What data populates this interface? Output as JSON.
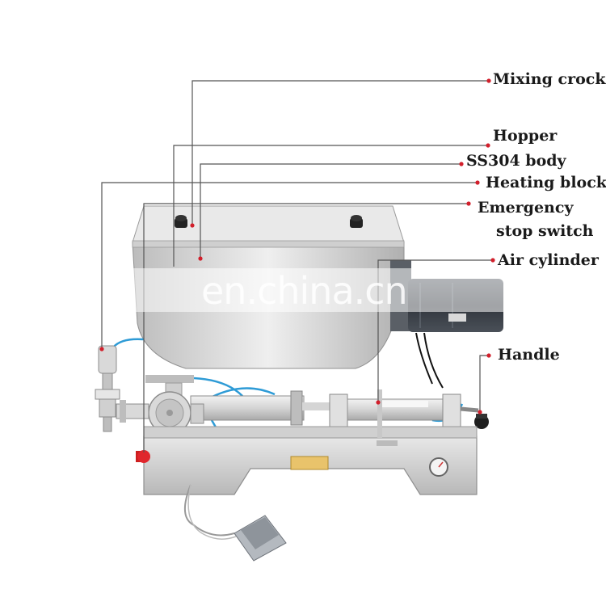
{
  "image": {
    "subject": "paste filling machine with heated mixing hopper",
    "watermark": "en.china.cn"
  },
  "labels": [
    {
      "id": "mixing-crock",
      "text": "Mixing crock"
    },
    {
      "id": "hopper",
      "text": "Hopper"
    },
    {
      "id": "ss304-body",
      "text": "SS304 body"
    },
    {
      "id": "heating-block",
      "text": "Heating block"
    },
    {
      "id": "emergency-stop",
      "text": "Emergency",
      "text2": "stop switch"
    },
    {
      "id": "air-cylinder",
      "text": "Air cylinder"
    },
    {
      "id": "handle",
      "text": "Handle"
    }
  ],
  "colors": {
    "leader_line": "#555555",
    "dot": "#d21f2b",
    "steel_light": "#e6e6e6",
    "steel_mid": "#bdbdbd",
    "steel_dark": "#8c8c8c",
    "motor": "#3a3f47",
    "pedal": "#9aa0a6",
    "air_hose": "#2e9bd6"
  }
}
